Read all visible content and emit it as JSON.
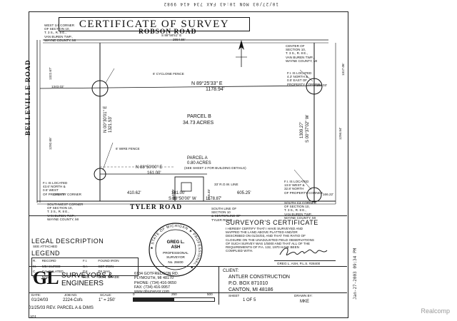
{
  "fax_header": "10/27/03 MON 10:43 FAX 734 414 9982",
  "title": "CERTIFICATE OF SURVEY",
  "roads": {
    "north": "ROBSON ROAD",
    "south": "TYLER ROAD",
    "west": "BELLEVILLE ROAD"
  },
  "corners": {
    "nw": [
      "WEST 1/4 CORNER",
      "OF SECTION 10,",
      "T. 3 S., R. 8 E.,",
      "VAN BUREN TWP.,",
      "WAYNE COUNTY, MI"
    ],
    "ne": [
      "CENTER OF",
      "SECTION 10,",
      "T. 3 S., R. 8 E.,",
      "VAN BUREN TWP.,",
      "WAYNE COUNTY, MI"
    ],
    "sw": [
      "SOUTHWEST CORNER",
      "OF SECTION 10,",
      "T. 3 S., R. 8 E.,",
      "VAN BUREN TWP.,",
      "WAYNE COUNTY, MI"
    ],
    "se": [
      "SOUTH 1/4 CORNER",
      "OF SECTION 10,",
      "T. 3 S., R. 8 E.,",
      "VAN BUREN TWP.,",
      "WAYNE COUNTY, MI"
    ]
  },
  "bearings": {
    "top_road": "S 89°56'51\" E",
    "top_road_dist": "2654.56'",
    "north_line": "N 89°25'33\" E",
    "north_line_dist": "1178.94'",
    "west_line": "N 00°30'01\" E",
    "west_line_dist": "1321.53'",
    "east_line": "S 00°37'02\" W",
    "east_line_dist": "1309.27'",
    "parcel_a_n": "N 88°50'00\" E",
    "parcel_a_n_dist": "161.00'",
    "south_line": "S 88°50'00\" W",
    "south_line_dist": "1178.87'",
    "seg_410": "410.62'",
    "seg_181": "181.00'",
    "seg_605": "605.25'",
    "seg_1342": "1342.78'",
    "seg_166": "166.22'",
    "left_1343": "1343.03'",
    "right_166": "166.03'",
    "left_1322": "1322.67'",
    "left_1292": "1292.65'",
    "right_1317": "1317.06'",
    "right_1294": "1294.54'",
    "small_216_a": "216.45'",
    "small_216_b": "216.45'"
  },
  "parcels": {
    "b_name": "PARCEL B",
    "b_acres": "34.73 ACRES",
    "a_name": "PARCEL A",
    "a_acres": "0.80 ACRES",
    "a_note": "(SEE SHEET 2 FOR BUILDING DETAILS)"
  },
  "notes": {
    "fence": "6' CYCLONE FENCE",
    "row": "33' R.O.W. LINE",
    "south_line_note": [
      "SOUTH LINE OF",
      "SECTION 10",
      "& CENTERLINE OF",
      "TYLER ROAD"
    ],
    "fi_left": [
      "F.I. IS LOCATED",
      "43.6' NORTH &",
      "0.5' WEST",
      "OF PROPERTY CORNER"
    ],
    "fi_right": [
      "F.I. IS LOCATED",
      "13.5' WEST &",
      "32.8' NORTH",
      "OF PROPERTY CORNER"
    ],
    "fi_top": [
      "F.I. IS LOCATED",
      "4.3' NORTH &",
      "0.5' EAST OF",
      "PROPERTY CORNER"
    ],
    "wire": "6' WIRE FENCE"
  },
  "legend": {
    "description_title": "LEGAL DESCRIPTION",
    "description_body": "SEE ATTACHED",
    "legend_title": "LEGEND",
    "rows": [
      [
        "R.",
        "RECORD",
        "F.I.",
        "FOUND IRON"
      ],
      [
        "M.",
        "MEASURED",
        "S.I.",
        "SET IRON"
      ],
      [
        "C.",
        "CALCULATED",
        "P.K.",
        "PK NAIL"
      ],
      [
        "N.",
        "NAIL",
        "M.G.",
        "MON. GRADE"
      ]
    ]
  },
  "seal": {
    "ring": "★ STATE OF MICHIGAN ★ PROFESSIONAL ★",
    "name": "GREG L.",
    "surname": "ASH",
    "title1": "PROFESSIONAL",
    "title2": "SURVEYOR",
    "number": "No. 28400"
  },
  "surveyor_cert": {
    "title": "SURVEYOR'S CERTIFICATE",
    "body": [
      "I HEREBY CERTIFY THAT I HAVE SURVEYED AND",
      "MAPPED THE LAND ABOVE PLATTED AND/OR",
      "DESCRIBED ON 01/24/03, AND THAT THE RATIO OF",
      "CLOSURE ON THE UNADJUSTED FIELD OBSERVATIONS",
      "OF SUCH SURVEY WAS 1/5000 AND THAT ALL OF THE",
      "REQUIREMENTS OF P.A. 132, 1970 HAVE BEEN",
      "COMPLIED WITH."
    ],
    "signer": "GREG L. ASH, P.L.S. #28400"
  },
  "company": {
    "logo": "GL",
    "name1": "SURVEYORS &",
    "name2": "ENGINEERS",
    "address1": "6134 GOTFREDSON RD.",
    "address2": "PLYMOUTH, MI 48170",
    "phone": "PHONE: (734) 416-9650",
    "fax": "FAX: (734) 416-9957",
    "web": "www.glsurveyor.com"
  },
  "client": {
    "label": "CLIENT:",
    "name": "ANTLER CONSTRUCTION",
    "po": "P.O. BOX 871010",
    "city": "CANTON, MI 48186"
  },
  "titleblock": {
    "date_label": "DATE:",
    "date": "01/24/03",
    "job_label": "JOB NO.",
    "job": "2224-Cofs",
    "scale_label": "SCALE:",
    "scale": "1\" = 250'",
    "scale_ticks": [
      "0",
      "250",
      "500"
    ],
    "sheet_label": "SHEET",
    "sheet": "1 OF 5",
    "drawn_label": "DRAWN BY:",
    "drawn": "MKE",
    "revision": "01/25/03 REV. PARCEL A & DIMS"
  },
  "corner_mark": "10'4",
  "side_fax": "Jan-27-2003 09:34 PM",
  "watermark": "Realcomp"
}
